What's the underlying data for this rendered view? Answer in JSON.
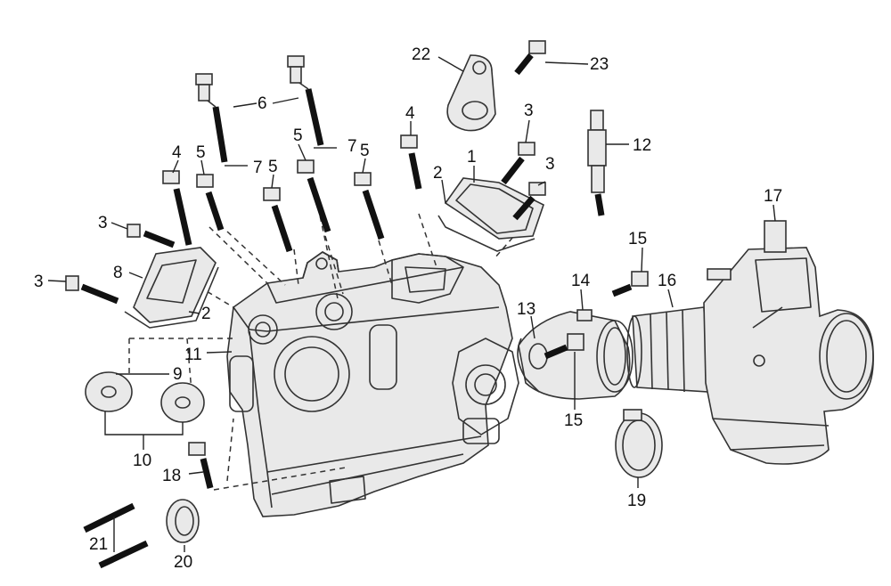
{
  "callouts": [
    {
      "id": "c1",
      "label": "1"
    },
    {
      "id": "c2a",
      "label": "2"
    },
    {
      "id": "c2b",
      "label": "2"
    },
    {
      "id": "c3a",
      "label": "3"
    },
    {
      "id": "c3b",
      "label": "3"
    },
    {
      "id": "c3c",
      "label": "3"
    },
    {
      "id": "c3d",
      "label": "3"
    },
    {
      "id": "c4a",
      "label": "4"
    },
    {
      "id": "c4b",
      "label": "4"
    },
    {
      "id": "c5a",
      "label": "5"
    },
    {
      "id": "c5b",
      "label": "5"
    },
    {
      "id": "c5c",
      "label": "5"
    },
    {
      "id": "c5d",
      "label": "5"
    },
    {
      "id": "c6",
      "label": "6"
    },
    {
      "id": "c7a",
      "label": "7"
    },
    {
      "id": "c7b",
      "label": "7"
    },
    {
      "id": "c8",
      "label": "8"
    },
    {
      "id": "c9",
      "label": "9"
    },
    {
      "id": "c10",
      "label": "10"
    },
    {
      "id": "c11",
      "label": "11"
    },
    {
      "id": "c12",
      "label": "12"
    },
    {
      "id": "c13",
      "label": "13"
    },
    {
      "id": "c14",
      "label": "14"
    },
    {
      "id": "c15a",
      "label": "15"
    },
    {
      "id": "c15b",
      "label": "15"
    },
    {
      "id": "c16",
      "label": "16"
    },
    {
      "id": "c17",
      "label": "17"
    },
    {
      "id": "c18",
      "label": "18"
    },
    {
      "id": "c19",
      "label": "19"
    },
    {
      "id": "c20",
      "label": "20"
    },
    {
      "id": "c21",
      "label": "21"
    },
    {
      "id": "c22",
      "label": "22"
    },
    {
      "id": "c23",
      "label": "23"
    }
  ]
}
